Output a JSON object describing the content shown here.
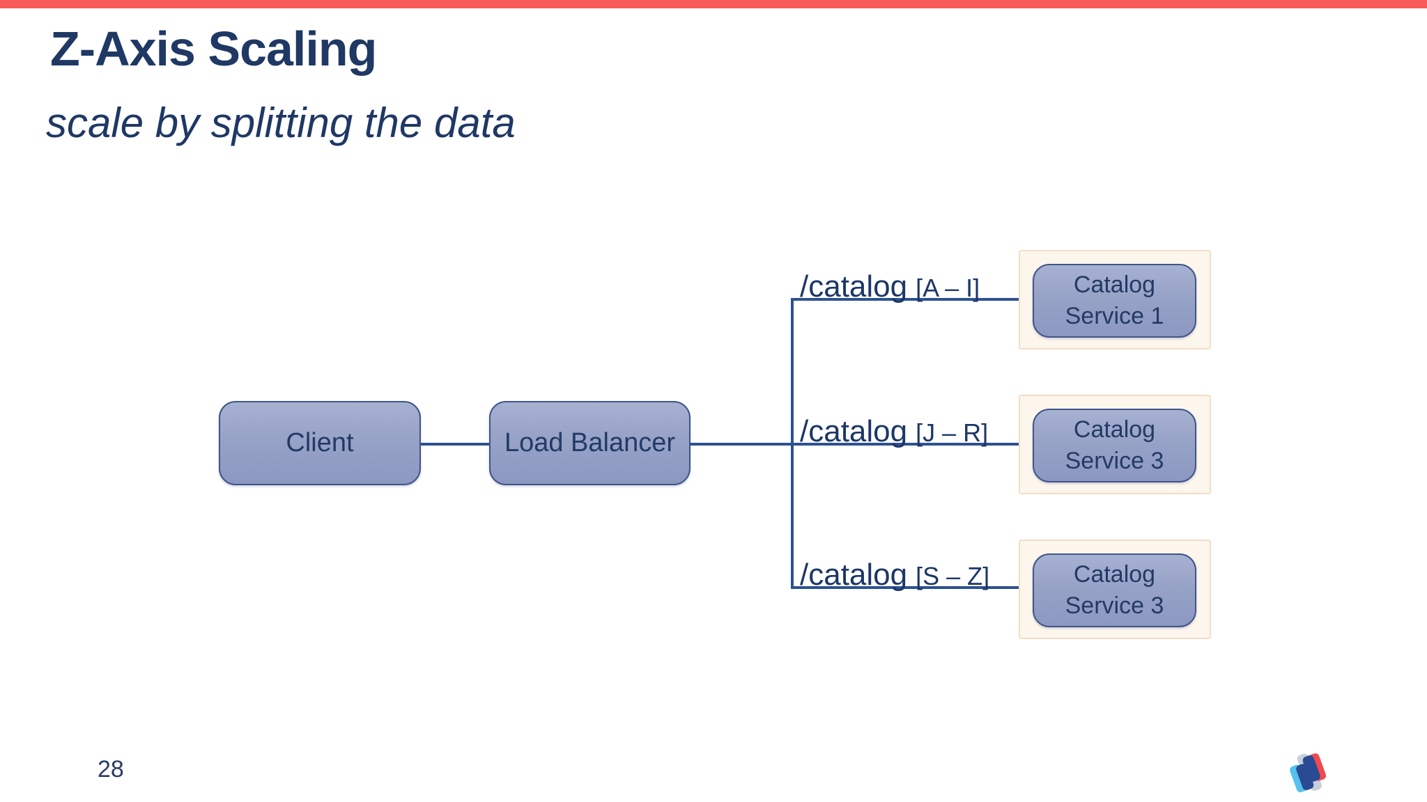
{
  "slide": {
    "title": "Z-Axis Scaling",
    "subtitle": "scale by splitting the data",
    "page_number": "28",
    "accent_bar_color": "#FB5A5A",
    "heading_text_color": "#1F3864"
  },
  "diagram": {
    "client": {
      "label": "Client"
    },
    "load_balancer": {
      "label": "Load Balancer"
    },
    "routes": [
      {
        "path": "/catalog",
        "range": "[A – I]",
        "service_line1": "Catalog",
        "service_line2": "Service 1"
      },
      {
        "path": "/catalog",
        "range": "[J – R]",
        "service_line1": "Catalog",
        "service_line2": "Service 3"
      },
      {
        "path": "/catalog",
        "range": "[S – Z]",
        "service_line1": "Catalog",
        "service_line2": "Service 3"
      }
    ],
    "colors": {
      "node_fill_top": "#A7B1D2",
      "node_fill_bottom": "#8C98C1",
      "node_border": "#3F5588",
      "node_text": "#233A64",
      "connector": "#2D5191",
      "service_container_fill": "#FDF6ED",
      "service_container_border": "#F4DDC5"
    }
  },
  "footer": {
    "logo_icon": "n-mark-logo-icon",
    "logo_colors": {
      "light_blue": "#53C2EC",
      "gray": "#C9CFDA",
      "red": "#EF4A4F",
      "navy": "#2A4A94"
    }
  }
}
